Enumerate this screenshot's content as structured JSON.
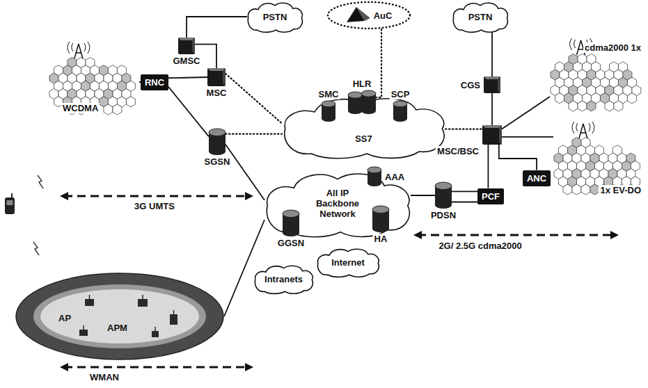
{
  "diagram": {
    "nodes": [
      {
        "text": [
          "PSTN"
        ]
      },
      {
        "text": [
          "AuC"
        ]
      },
      {
        "text": [
          "PSTN"
        ]
      },
      {
        "text": [
          "GMSC"
        ]
      },
      {
        "text": [
          "WCDMA"
        ]
      },
      {
        "text": [
          "RNC"
        ]
      },
      {
        "text": [
          "MSC"
        ]
      },
      {
        "text": [
          "cdma2000 1x"
        ]
      },
      {
        "text": [
          "CGS"
        ]
      },
      {
        "text": [
          "HLR"
        ]
      },
      {
        "text": [
          "SMC"
        ]
      },
      {
        "text": [
          "SCP"
        ]
      },
      {
        "text": [
          "SS7"
        ]
      },
      {
        "text": [
          "SGSN"
        ]
      },
      {
        "text": [
          "MSC/BSC"
        ]
      },
      {
        "text": [
          "1x EV-DO"
        ]
      },
      {
        "text": [
          "AAA"
        ]
      },
      {
        "text": [
          "All IP Backbone Network"
        ]
      },
      {
        "text": [
          "PDSN"
        ]
      },
      {
        "text": [
          "PCF"
        ]
      },
      {
        "text": [
          "ANC"
        ]
      },
      {
        "text": [
          "GGSN"
        ]
      },
      {
        "text": [
          "HA"
        ]
      },
      {
        "text": [
          "Internet"
        ]
      },
      {
        "text": [
          "Intranets"
        ]
      },
      {
        "text": [
          "AP",
          "APM"
        ]
      }
    ],
    "edges": [
      {
        "from": 0,
        "to": 3,
        "arrow": "none"
      },
      {
        "from": 3,
        "to": 6,
        "arrow": "none"
      },
      {
        "from": 4,
        "to": 5,
        "arrow": "none"
      },
      {
        "from": 5,
        "to": 6,
        "arrow": "none"
      },
      {
        "from": 5,
        "to": 13,
        "arrow": "none"
      },
      {
        "from": 1,
        "to": 9,
        "arrow": "none"
      },
      {
        "from": 6,
        "to": 12,
        "arrow": "none"
      },
      {
        "from": 13,
        "to": 12,
        "arrow": "none"
      },
      {
        "from": 12,
        "to": 14,
        "arrow": "none"
      },
      {
        "from": 2,
        "to": 8,
        "arrow": "none"
      },
      {
        "from": 8,
        "to": 14,
        "arrow": "none"
      },
      {
        "from": 14,
        "to": 7,
        "arrow": "none"
      },
      {
        "from": 14,
        "to": 15,
        "arrow": "none"
      },
      {
        "from": 13,
        "to": 17,
        "arrow": "none"
      },
      {
        "from": 14,
        "to": 19,
        "arrow": "none"
      },
      {
        "from": 14,
        "to": 20,
        "arrow": "none"
      },
      {
        "from": 18,
        "to": 19,
        "arrow": "none"
      },
      {
        "from": 18,
        "to": 19,
        "arrow": "none"
      },
      {
        "from": 17,
        "to": 18,
        "arrow": "none"
      },
      {
        "from": 25,
        "to": 17,
        "arrow": "none"
      }
    ],
    "labels": [
      "3G UMTS",
      "2G/ 2.5G cdma2000",
      "WMAN"
    ]
  }
}
